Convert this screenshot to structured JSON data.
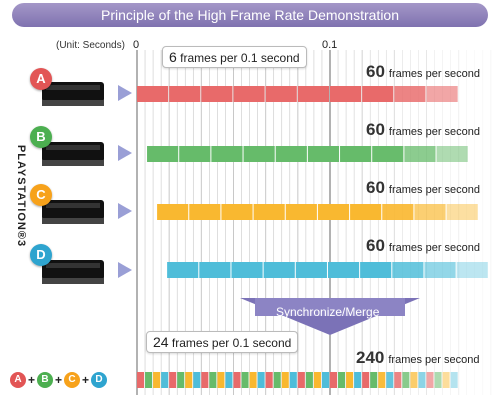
{
  "title": "Principle of the High Frame Rate Demonstration",
  "unit_label": "(Unit: Seconds)",
  "tick_zero": "0",
  "tick_end": "0.1",
  "vertical_label": "PLAYSTATION®3",
  "rows": [
    {
      "id": "A",
      "color": "#e25555",
      "frames": "60",
      "frames_unit": "frames per second",
      "bar_color": "#e86a6a"
    },
    {
      "id": "B",
      "color": "#4caf50",
      "frames": "60",
      "frames_unit": "frames per second",
      "bar_color": "#66bb6a"
    },
    {
      "id": "C",
      "color": "#f7a21b",
      "frames": "60",
      "frames_unit": "frames per second",
      "bar_color": "#f9b830"
    },
    {
      "id": "D",
      "color": "#2ea4cf",
      "frames": "60",
      "frames_unit": "frames per second",
      "bar_color": "#4fbdd9"
    }
  ],
  "callout_top": {
    "num": "6",
    "text": "frames per 0.1 second"
  },
  "sync_label": "Synchronize/Merge",
  "callout_bottom": {
    "num": "24",
    "text": "frames per 0.1 second"
  },
  "merged": {
    "frames": "240",
    "frames_unit": "frames per second"
  },
  "formula": {
    "plus": "+"
  }
}
